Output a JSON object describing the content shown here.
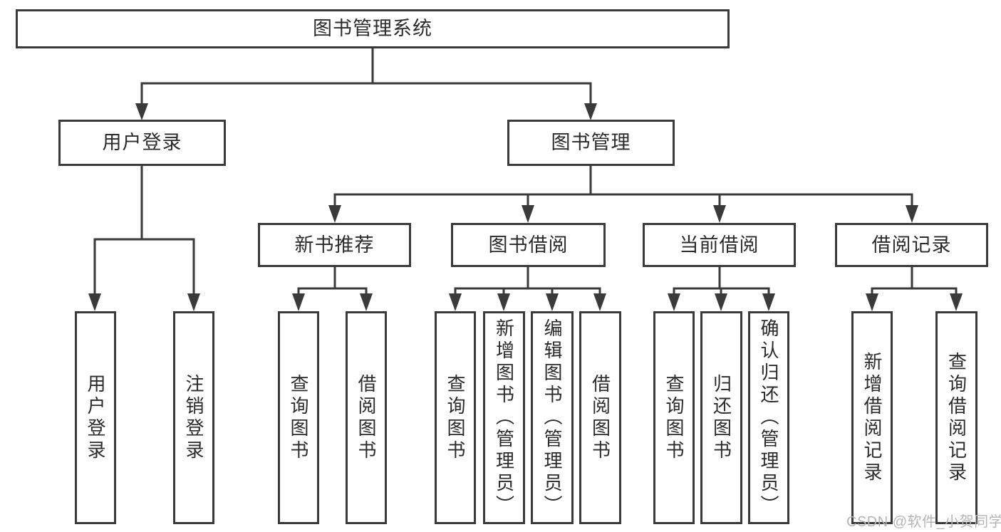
{
  "colors": {
    "line": "#3a3a3a",
    "text": "#2b2b2b",
    "box_background": "#ffffff",
    "page_background": "#ffffff",
    "watermark": "#b5b5b5"
  },
  "tree": {
    "root": {
      "label": "图书管理系统"
    },
    "level2": [
      {
        "label": "用户登录"
      },
      {
        "label": "图书管理"
      }
    ],
    "level3": [
      {
        "label": "新书推荐"
      },
      {
        "label": "图书借阅"
      },
      {
        "label": "当前借阅"
      },
      {
        "label": "借阅记录"
      }
    ],
    "leaves": {
      "user_login": [
        {
          "label": "用户登录"
        },
        {
          "label": "注销登录"
        }
      ],
      "new_book_recommend": [
        {
          "label": "查询图书"
        },
        {
          "label": "借阅图书"
        }
      ],
      "book_borrow": [
        {
          "label": "查询图书"
        },
        {
          "label": "新增图书（管理员）"
        },
        {
          "label": "编辑图书（管理员）"
        },
        {
          "label": "借阅图书"
        }
      ],
      "current_borrow": [
        {
          "label": "查询图书"
        },
        {
          "label": "归还图书"
        },
        {
          "label": "确认归还（管理员）"
        }
      ],
      "borrow_records": [
        {
          "label": "新增借阅记录"
        },
        {
          "label": "查询借阅记录"
        }
      ]
    }
  },
  "watermark": {
    "text": "CSDN @软件_小贺同学"
  }
}
